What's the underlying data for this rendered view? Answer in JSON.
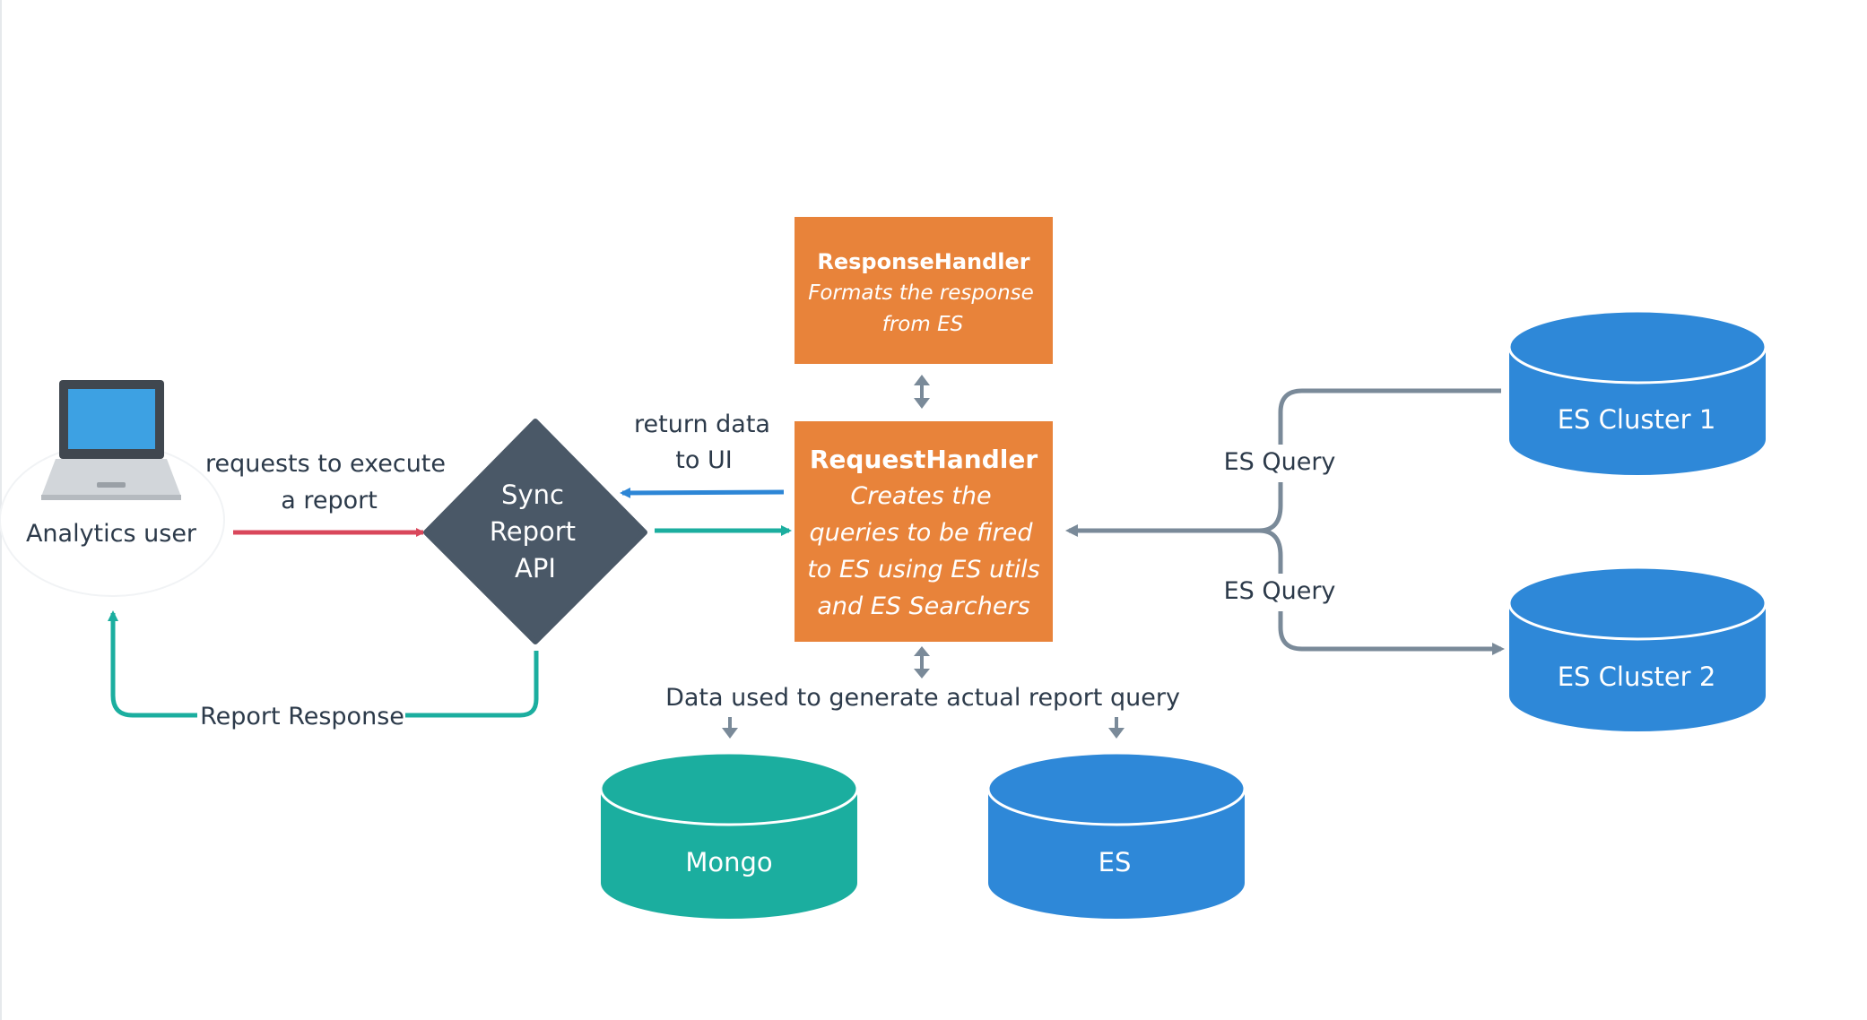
{
  "nodes": {
    "analytics_user": {
      "label": "Analytics user"
    },
    "sync_api": {
      "line1": "Sync",
      "line2": "Report",
      "line3": "API"
    },
    "response_handler": {
      "title": "ResponseHandler",
      "desc_line1": "Formats the response",
      "desc_line2": "from ES"
    },
    "request_handler": {
      "title": "RequestHandler",
      "desc_line1": "Creates the",
      "desc_line2": "queries to be fired",
      "desc_line3": "to ES using ES utils",
      "desc_line4": "and ES Searchers"
    },
    "mongo": {
      "label": "Mongo"
    },
    "es": {
      "label": "ES"
    },
    "es_cluster_1": {
      "label": "ES Cluster 1"
    },
    "es_cluster_2": {
      "label": "ES Cluster 2"
    }
  },
  "edge_labels": {
    "requests_line1": "requests to execute",
    "requests_line2": "a report",
    "return_line1": "return data",
    "return_line2": "to UI",
    "report_response": "Report Response",
    "es_query_1": "ES Query",
    "es_query_2": "ES Query",
    "data_used": "Data used to generate actual report query"
  },
  "colors": {
    "orange": "#e8833a",
    "diamond": "#4a5867",
    "teal": "#1bae9f",
    "blue": "#2e88d8",
    "red": "#d9475b",
    "gray": "#7a8a99",
    "arrow_blue": "#2d86d6"
  }
}
